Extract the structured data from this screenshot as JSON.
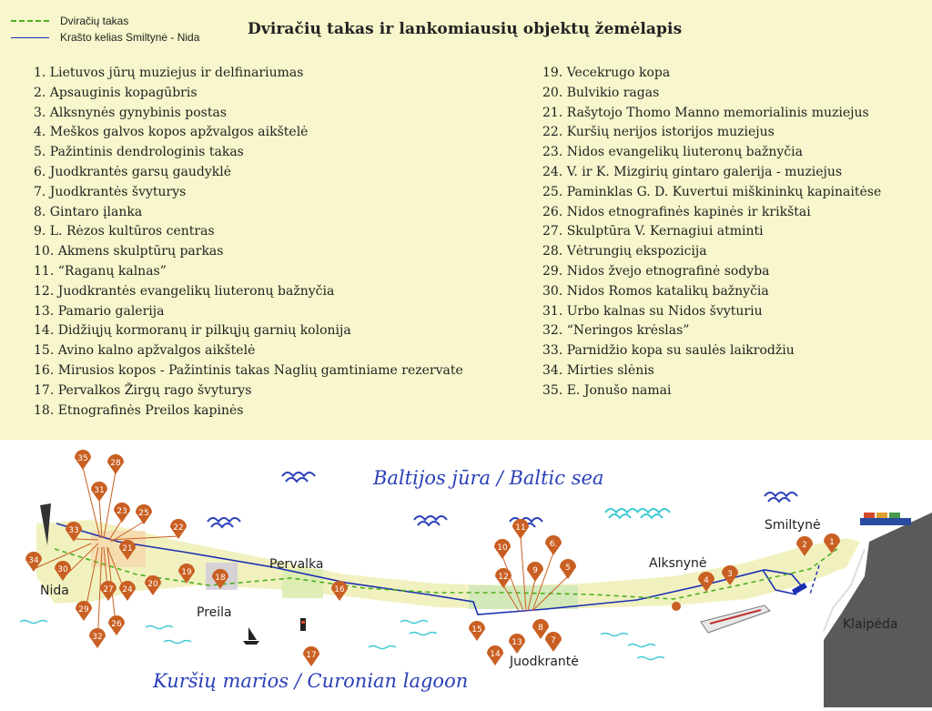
{
  "legend": {
    "bike_path": "Dviračių takas",
    "road": "Krašto kelias Smiltynė - Nida"
  },
  "title": "Dviračių takas ir lankomiausių objektų žemėlapis",
  "list_left": [
    "1. Lietuvos jūrų muziejus ir delfinariumas",
    "2. Apsauginis kopagūbris",
    "3. Alksnynės gynybinis postas",
    "4. Meškos galvos kopos apžvalgos aikštelė",
    "5. Pažintinis dendrologinis takas",
    "6. Juodkrantės garsų gaudyklė",
    "7. Juodkrantės švyturys",
    "8. Gintaro įlanka",
    "9. L. Rėzos kultūros centras",
    "10. Akmens skulptūrų parkas",
    "11. “Raganų kalnas”",
    "12. Juodkrantės evangelikų liuteronų bažnyčia",
    "13. Pamario galerija",
    "14. Didžiųjų kormoranų ir pilkųjų garnių kolonija",
    "15. Avino kalno apžvalgos aikštelė",
    "16. Mirusios kopos - Pažintinis takas Naglių gamtiniame rezervate",
    "17. Pervalkos Žirgų rago švyturys",
    "18. Etnografinės Preilos kapinės"
  ],
  "list_right": [
    "19. Vecekrugo kopa",
    "20. Bulvikio ragas",
    "21. Rašytojo Thomo Manno memorialinis muziejus",
    "22. Kuršių nerijos istorijos muziejus",
    "23. Nidos evangelikų liuteronų bažnyčia",
    "24. V. ir K. Mizgirių gintaro galerija - muziejus",
    "25. Paminklas G. D. Kuvertui miškininkų kapinaitėse",
    "26. Nidos etnografinės kapinės ir krikštai",
    "27. Skulptūra V. Kernagiui atminti",
    "28. Vėtrungių ekspozicija",
    "29. Nidos žvejo etnografinė sodyba",
    "30. Nidos Romos katalikų bažnyčia",
    "31. Urbo kalnas su Nidos švyturiu",
    "32. “Neringos krėslas”",
    "33. Parnidžio kopa su saulės laikrodžiu",
    "34. Mirties slėnis",
    "35. E. Jonušo namai"
  ],
  "map": {
    "sea": "Baltijos jūra / Baltic sea",
    "lagoon": "Kuršių marios / Curonian lagoon",
    "places": {
      "nida": "Nida",
      "preila": "Preila",
      "pervalka": "Pervalka",
      "juodkrante": "Juodkrantė",
      "alksnyne": "Alksnynė",
      "smiltyne": "Smiltynė",
      "klaipeda": "Klaipėda"
    },
    "markers": [
      "1",
      "2",
      "3",
      "4",
      "5",
      "6.",
      "7",
      "8",
      "9",
      "10",
      "11",
      "12",
      "13",
      "14",
      "15",
      "16",
      "17",
      "18",
      "19",
      "20",
      "21",
      "22",
      "23",
      "24",
      "25",
      "26",
      "27",
      "28",
      "29",
      "30",
      "31",
      "32",
      "33",
      "34",
      "35"
    ]
  },
  "colors": {
    "background_top": "#f7f6cc",
    "marker": "#c95f22",
    "bike_path": "#4caf1f",
    "road": "#1a2fb0",
    "spit": "#f1f1c0",
    "sea_text": "#2a3fb8",
    "waves": "#2a3fb8",
    "lagoon_waves": "#3fc9d6"
  }
}
